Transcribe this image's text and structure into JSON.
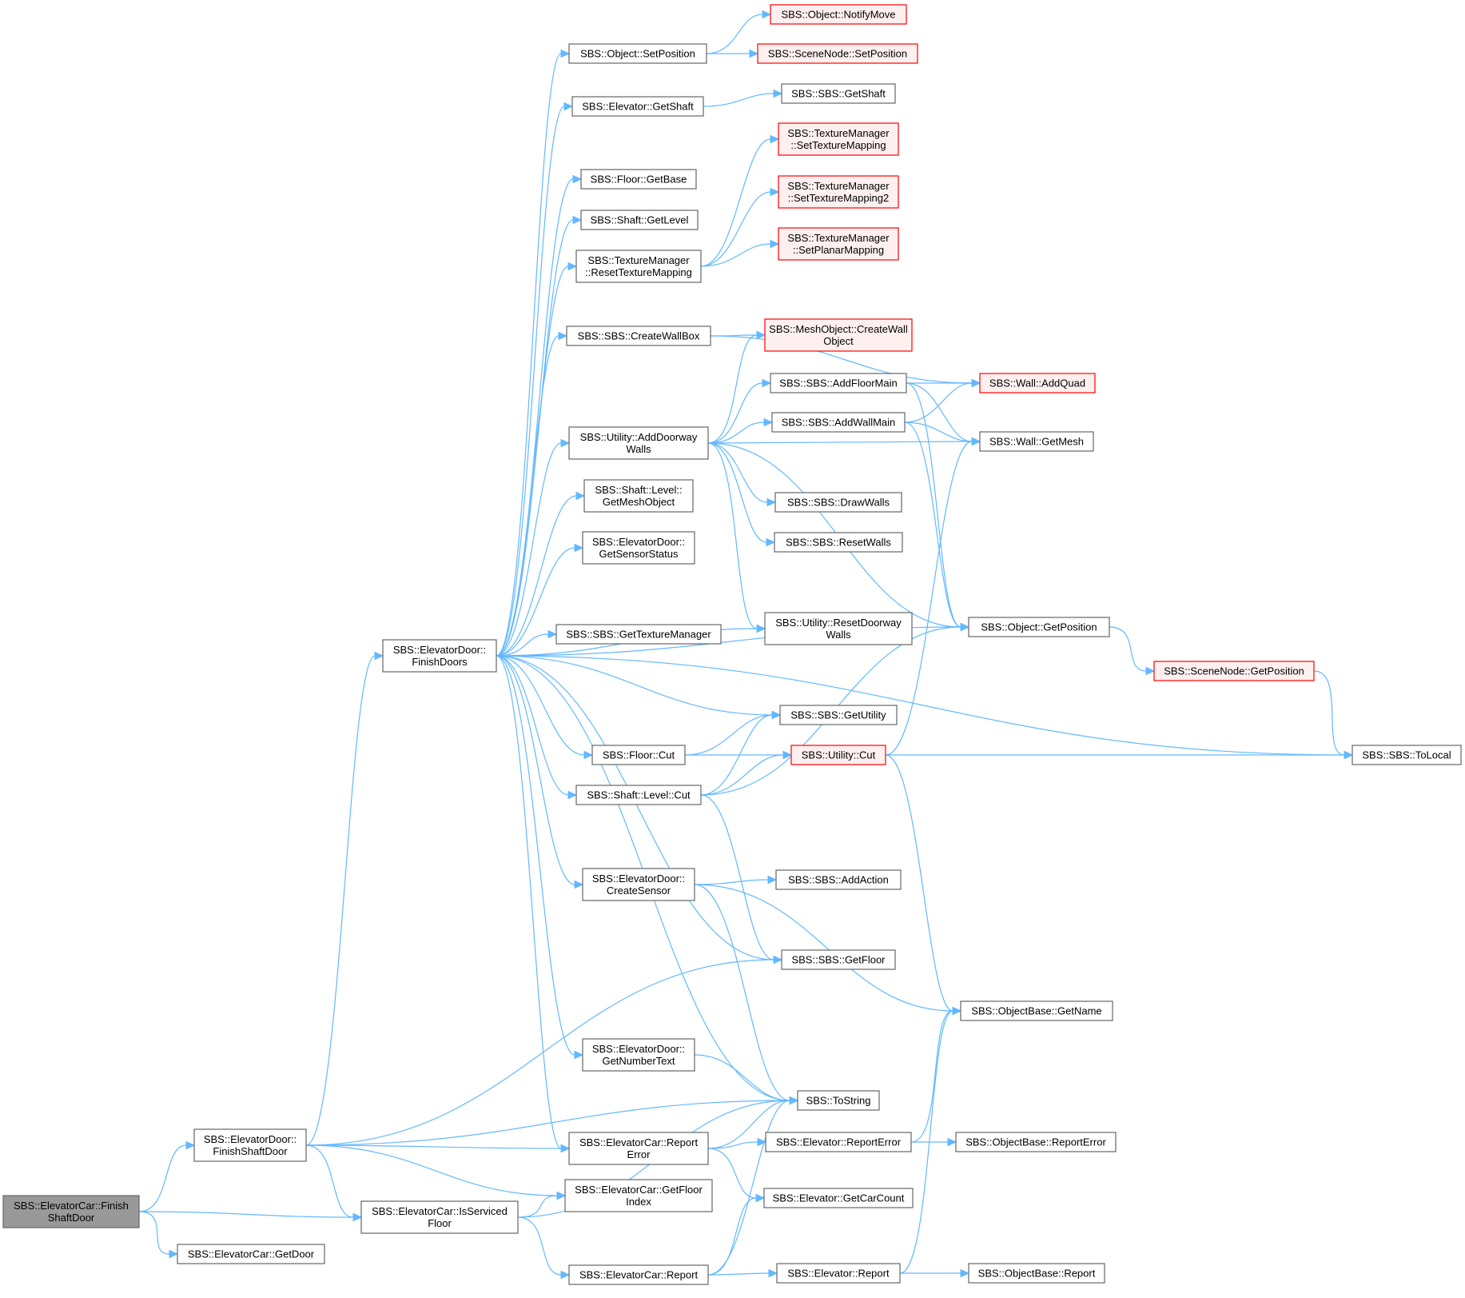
{
  "diagram": {
    "edge_color": "#63b8ff",
    "root_fill": "#999999",
    "truncated_border": "#ff0000",
    "nodes": [
      {
        "id": "finish_shaft_door",
        "lines": [
          "SBS::ElevatorCar::Finish",
          "ShaftDoor"
        ],
        "style": "root"
      },
      {
        "id": "ed_finish_shaft_door",
        "lines": [
          "SBS::ElevatorDoor::",
          "FinishShaftDoor"
        ]
      },
      {
        "id": "ec_get_door",
        "lines": [
          "SBS::ElevatorCar::GetDoor"
        ]
      },
      {
        "id": "ec_is_serviced",
        "lines": [
          "SBS::ElevatorCar::IsServiced",
          "Floor"
        ]
      },
      {
        "id": "ed_finish_doors",
        "lines": [
          "SBS::ElevatorDoor::",
          "FinishDoors"
        ]
      },
      {
        "id": "ec_report",
        "lines": [
          "SBS::ElevatorCar::Report"
        ]
      },
      {
        "id": "obj_set_position",
        "lines": [
          "SBS::Object::SetPosition"
        ]
      },
      {
        "id": "el_get_shaft",
        "lines": [
          "SBS::Elevator::GetShaft"
        ]
      },
      {
        "id": "floor_get_base",
        "lines": [
          "SBS::Floor::GetBase"
        ]
      },
      {
        "id": "shaft_get_level",
        "lines": [
          "SBS::Shaft::GetLevel"
        ]
      },
      {
        "id": "tm_reset",
        "lines": [
          "SBS::TextureManager",
          "::ResetTextureMapping"
        ]
      },
      {
        "id": "sbs_create_wallbox",
        "lines": [
          "SBS::SBS::CreateWallBox"
        ]
      },
      {
        "id": "util_add_doorway",
        "lines": [
          "SBS::Utility::AddDoorway",
          "Walls"
        ]
      },
      {
        "id": "shaft_level_get_mesh",
        "lines": [
          "SBS::Shaft::Level::",
          "GetMeshObject"
        ]
      },
      {
        "id": "ed_get_sensor",
        "lines": [
          "SBS::ElevatorDoor::",
          "GetSensorStatus"
        ]
      },
      {
        "id": "sbs_get_texman",
        "lines": [
          "SBS::SBS::GetTextureManager"
        ]
      },
      {
        "id": "floor_cut",
        "lines": [
          "SBS::Floor::Cut"
        ]
      },
      {
        "id": "shaft_level_cut",
        "lines": [
          "SBS::Shaft::Level::Cut"
        ]
      },
      {
        "id": "ed_create_sensor",
        "lines": [
          "SBS::ElevatorDoor::",
          "CreateSensor"
        ]
      },
      {
        "id": "ed_get_number",
        "lines": [
          "SBS::ElevatorDoor::",
          "GetNumberText"
        ]
      },
      {
        "id": "ec_report_error",
        "lines": [
          "SBS::ElevatorCar::Report",
          "Error"
        ]
      },
      {
        "id": "ec_get_floor_index",
        "lines": [
          "SBS::ElevatorCar::GetFloor",
          "Index"
        ]
      },
      {
        "id": "obj_notify_move",
        "lines": [
          "SBS::Object::NotifyMove"
        ],
        "style": "trunc"
      },
      {
        "id": "sn_set_position",
        "lines": [
          "SBS::SceneNode::SetPosition"
        ],
        "style": "trunc"
      },
      {
        "id": "sbs_get_shaft",
        "lines": [
          "SBS::SBS::GetShaft"
        ]
      },
      {
        "id": "tm_set_tex",
        "lines": [
          "SBS::TextureManager",
          "::SetTextureMapping"
        ],
        "style": "trunc"
      },
      {
        "id": "tm_set_tex2",
        "lines": [
          "SBS::TextureManager",
          "::SetTextureMapping2"
        ],
        "style": "trunc"
      },
      {
        "id": "tm_set_planar",
        "lines": [
          "SBS::TextureManager",
          "::SetPlanarMapping"
        ],
        "style": "trunc"
      },
      {
        "id": "mesh_create_wall",
        "lines": [
          "SBS::MeshObject::CreateWall",
          "Object"
        ],
        "style": "trunc"
      },
      {
        "id": "sbs_add_floor_main",
        "lines": [
          "SBS::SBS::AddFloorMain"
        ]
      },
      {
        "id": "sbs_add_wall_main",
        "lines": [
          "SBS::SBS::AddWallMain"
        ]
      },
      {
        "id": "sbs_draw_walls",
        "lines": [
          "SBS::SBS::DrawWalls"
        ]
      },
      {
        "id": "sbs_reset_walls",
        "lines": [
          "SBS::SBS::ResetWalls"
        ]
      },
      {
        "id": "util_reset_doorway",
        "lines": [
          "SBS::Utility::ResetDoorway",
          "Walls"
        ]
      },
      {
        "id": "sbs_get_utility",
        "lines": [
          "SBS::SBS::GetUtility"
        ]
      },
      {
        "id": "util_cut",
        "lines": [
          "SBS::Utility::Cut"
        ],
        "style": "trunc"
      },
      {
        "id": "sbs_add_action",
        "lines": [
          "SBS::SBS::AddAction"
        ]
      },
      {
        "id": "sbs_get_floor",
        "lines": [
          "SBS::SBS::GetFloor"
        ]
      },
      {
        "id": "sbs_tostring",
        "lines": [
          "SBS::ToString"
        ]
      },
      {
        "id": "el_report_error",
        "lines": [
          "SBS::Elevator::ReportError"
        ]
      },
      {
        "id": "el_get_car_count",
        "lines": [
          "SBS::Elevator::GetCarCount"
        ]
      },
      {
        "id": "el_report",
        "lines": [
          "SBS::Elevator::Report"
        ]
      },
      {
        "id": "wall_add_quad",
        "lines": [
          "SBS::Wall::AddQuad"
        ],
        "style": "trunc"
      },
      {
        "id": "wall_get_mesh",
        "lines": [
          "SBS::Wall::GetMesh"
        ]
      },
      {
        "id": "obj_get_position",
        "lines": [
          "SBS::Object::GetPosition"
        ]
      },
      {
        "id": "ob_get_name",
        "lines": [
          "SBS::ObjectBase::GetName"
        ]
      },
      {
        "id": "ob_report_error",
        "lines": [
          "SBS::ObjectBase::ReportError"
        ]
      },
      {
        "id": "ob_report",
        "lines": [
          "SBS::ObjectBase::Report"
        ]
      },
      {
        "id": "sn_get_position",
        "lines": [
          "SBS::SceneNode::GetPosition"
        ],
        "style": "trunc"
      },
      {
        "id": "sbs_to_local",
        "lines": [
          "SBS::SBS::ToLocal"
        ]
      }
    ],
    "edges": [
      [
        "finish_shaft_door",
        "ed_finish_shaft_door"
      ],
      [
        "finish_shaft_door",
        "ec_get_door"
      ],
      [
        "finish_shaft_door",
        "ec_is_serviced"
      ],
      [
        "ed_finish_shaft_door",
        "ed_finish_doors"
      ],
      [
        "ed_finish_shaft_door",
        "sbs_get_floor"
      ],
      [
        "ed_finish_shaft_door",
        "sbs_tostring"
      ],
      [
        "ed_finish_shaft_door",
        "ec_report_error"
      ],
      [
        "ed_finish_shaft_door",
        "ec_get_floor_index"
      ],
      [
        "ed_finish_shaft_door",
        "ec_is_serviced"
      ],
      [
        "ec_is_serviced",
        "ec_get_floor_index"
      ],
      [
        "ec_is_serviced",
        "sbs_tostring"
      ],
      [
        "ec_is_serviced",
        "ec_report"
      ],
      [
        "ed_finish_doors",
        "obj_set_position"
      ],
      [
        "ed_finish_doors",
        "el_get_shaft"
      ],
      [
        "ed_finish_doors",
        "floor_get_base"
      ],
      [
        "ed_finish_doors",
        "shaft_get_level"
      ],
      [
        "ed_finish_doors",
        "tm_reset"
      ],
      [
        "ed_finish_doors",
        "sbs_create_wallbox"
      ],
      [
        "ed_finish_doors",
        "util_add_doorway"
      ],
      [
        "ed_finish_doors",
        "shaft_level_get_mesh"
      ],
      [
        "ed_finish_doors",
        "ed_get_sensor"
      ],
      [
        "ed_finish_doors",
        "util_reset_doorway"
      ],
      [
        "ed_finish_doors",
        "sbs_get_texman"
      ],
      [
        "ed_finish_doors",
        "obj_get_position"
      ],
      [
        "ed_finish_doors",
        "sbs_get_utility"
      ],
      [
        "ed_finish_doors",
        "floor_cut"
      ],
      [
        "ed_finish_doors",
        "shaft_level_cut"
      ],
      [
        "ed_finish_doors",
        "sbs_to_local"
      ],
      [
        "ed_finish_doors",
        "ed_create_sensor"
      ],
      [
        "ed_finish_doors",
        "sbs_get_floor"
      ],
      [
        "ed_finish_doors",
        "sbs_tostring"
      ],
      [
        "ed_finish_doors",
        "ed_get_number"
      ],
      [
        "ed_finish_doors",
        "ec_report_error"
      ],
      [
        "obj_set_position",
        "obj_notify_move"
      ],
      [
        "obj_set_position",
        "sn_set_position"
      ],
      [
        "el_get_shaft",
        "sbs_get_shaft"
      ],
      [
        "tm_reset",
        "tm_set_tex"
      ],
      [
        "tm_reset",
        "tm_set_tex2"
      ],
      [
        "tm_reset",
        "tm_set_planar"
      ],
      [
        "sbs_create_wallbox",
        "mesh_create_wall"
      ],
      [
        "sbs_create_wallbox",
        "wall_add_quad"
      ],
      [
        "util_add_doorway",
        "mesh_create_wall"
      ],
      [
        "util_add_doorway",
        "sbs_add_floor_main"
      ],
      [
        "util_add_doorway",
        "sbs_add_wall_main"
      ],
      [
        "util_add_doorway",
        "wall_get_mesh"
      ],
      [
        "util_add_doorway",
        "sbs_draw_walls"
      ],
      [
        "util_add_doorway",
        "sbs_reset_walls"
      ],
      [
        "util_add_doorway",
        "util_reset_doorway"
      ],
      [
        "util_add_doorway",
        "obj_get_position"
      ],
      [
        "sbs_add_floor_main",
        "wall_add_quad"
      ],
      [
        "sbs_add_floor_main",
        "wall_get_mesh"
      ],
      [
        "sbs_add_floor_main",
        "obj_get_position"
      ],
      [
        "sbs_add_wall_main",
        "wall_add_quad"
      ],
      [
        "sbs_add_wall_main",
        "wall_get_mesh"
      ],
      [
        "sbs_add_wall_main",
        "obj_get_position"
      ],
      [
        "floor_cut",
        "sbs_get_utility"
      ],
      [
        "floor_cut",
        "util_cut"
      ],
      [
        "shaft_level_cut",
        "sbs_get_utility"
      ],
      [
        "shaft_level_cut",
        "util_cut"
      ],
      [
        "shaft_level_cut",
        "obj_get_position"
      ],
      [
        "shaft_level_cut",
        "sbs_get_floor"
      ],
      [
        "util_cut",
        "wall_get_mesh"
      ],
      [
        "util_cut",
        "sbs_to_local"
      ],
      [
        "util_cut",
        "ob_get_name"
      ],
      [
        "obj_get_position",
        "sn_get_position"
      ],
      [
        "sn_get_position",
        "sbs_to_local"
      ],
      [
        "ed_create_sensor",
        "sbs_add_action"
      ],
      [
        "ed_create_sensor",
        "ob_get_name"
      ],
      [
        "ed_create_sensor",
        "sbs_tostring"
      ],
      [
        "ed_get_number",
        "sbs_tostring"
      ],
      [
        "ec_report_error",
        "sbs_tostring"
      ],
      [
        "ec_report_error",
        "el_report_error"
      ],
      [
        "ec_report_error",
        "el_get_car_count"
      ],
      [
        "el_report_error",
        "ob_get_name"
      ],
      [
        "el_report_error",
        "ob_report_error"
      ],
      [
        "ec_report",
        "sbs_tostring"
      ],
      [
        "ec_report",
        "el_get_car_count"
      ],
      [
        "ec_report",
        "el_report"
      ],
      [
        "el_report",
        "ob_report"
      ],
      [
        "el_report",
        "ob_get_name"
      ]
    ]
  }
}
